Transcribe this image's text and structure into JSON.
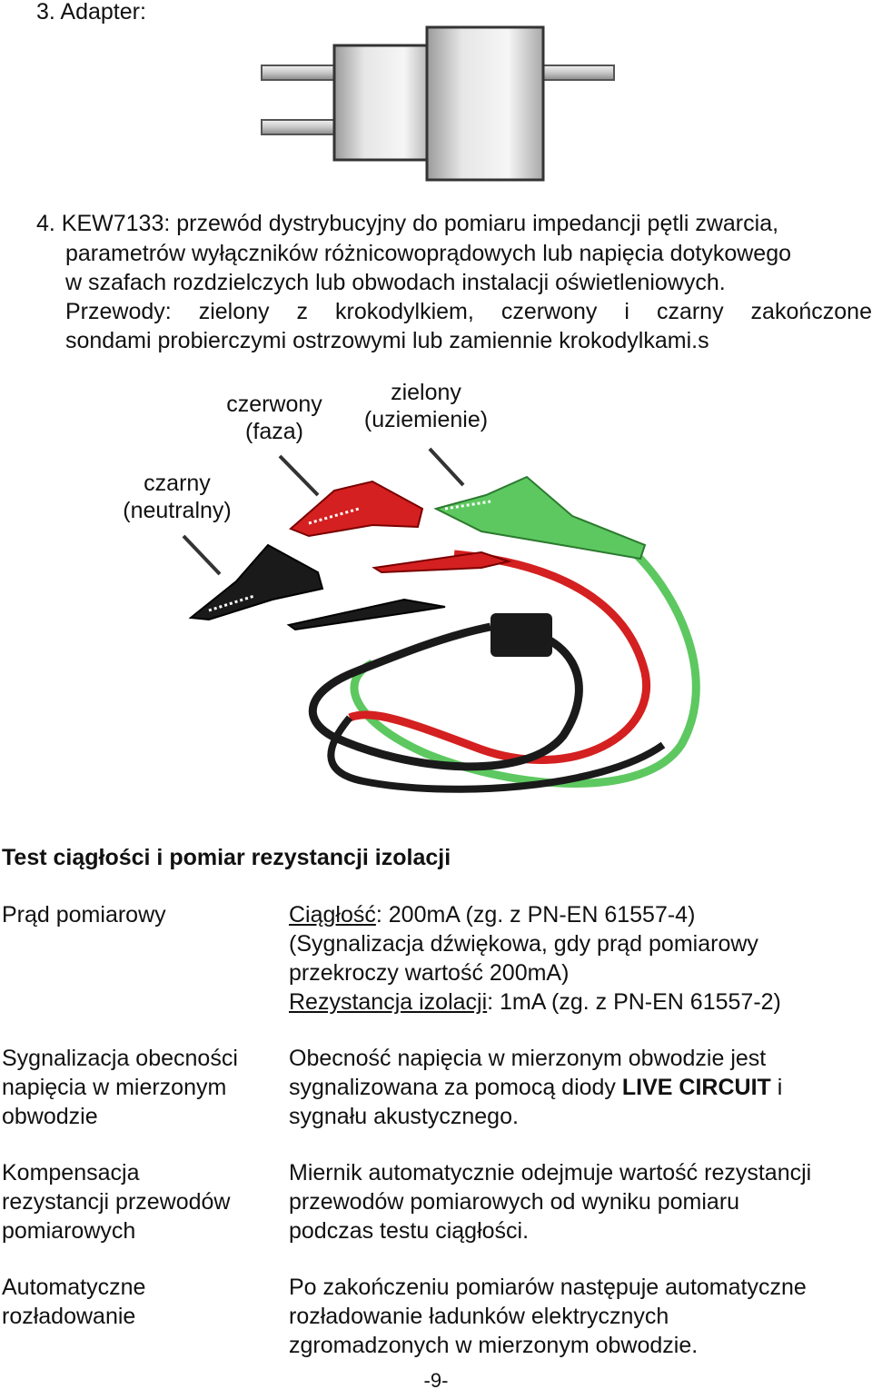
{
  "section3": {
    "title": "3. Adapter:"
  },
  "section4": {
    "lines": [
      "4.  KEW7133: przewód dystrybucyjny do pomiaru impedancji pętli zwarcia,",
      "parametrów wyłączników różnicowoprądowych lub napięcia dotykowego",
      "w szafach rozdzielczych lub obwodach instalacji oświetleniowych.",
      "Przewody: zielony z krokodylkiem, czerwony i czarny zakończone",
      "sondami probierczymi ostrzowymi lub zamiennie krokodylkami.s"
    ]
  },
  "leads": {
    "red_label": [
      "czerwony",
      "(faza)"
    ],
    "green_label": [
      "zielony",
      "(uziemienie)"
    ],
    "black_label": [
      "czarny",
      "(neutralny)"
    ],
    "colors": {
      "red": "#d42020",
      "green": "#5dc860",
      "black": "#1a1a1a"
    }
  },
  "spec": {
    "heading": "Test ciągłości i pomiar rezystancji izolacji",
    "rows": [
      {
        "label": [
          "Prąd pomiarowy"
        ],
        "value": {
          "l1_u": "Ciągłość",
          "l1_rest": ": 200mA (zg. z PN-EN 61557-4)",
          "l2": "(Sygnalizacja dźwiękowa, gdy prąd pomiarowy",
          "l3": "przekroczy wartość 200mA)",
          "l4_u": "Rezystancja izolacji",
          "l4_rest": ": 1mA (zg. z PN-EN 61557-2)"
        }
      },
      {
        "label": [
          "Sygnalizacja obecności",
          "napięcia w mierzonym",
          "obwodzie"
        ],
        "value": {
          "l1": "Obecność napięcia w mierzonym obwodzie jest",
          "l2_pre": "sygnalizowana za pomocą diody ",
          "l2_bold": "LIVE CIRCUIT",
          "l2_post": " i",
          "l3": "sygnału akustycznego."
        }
      },
      {
        "label": [
          "Kompensacja",
          "rezystancji przewodów",
          "pomiarowych"
        ],
        "value": [
          "Miernik automatycznie odejmuje wartość rezystancji",
          "przewodów pomiarowych od wyniku pomiaru",
          "podczas testu ciągłości."
        ]
      },
      {
        "label": [
          "Automatyczne",
          "rozładowanie"
        ],
        "value": [
          "Po zakończeniu pomiarów następuje automatyczne",
          "rozładowanie ładunków elektrycznych",
          "zgromadzonych w mierzonym obwodzie."
        ]
      }
    ]
  },
  "page_number": "-9-"
}
